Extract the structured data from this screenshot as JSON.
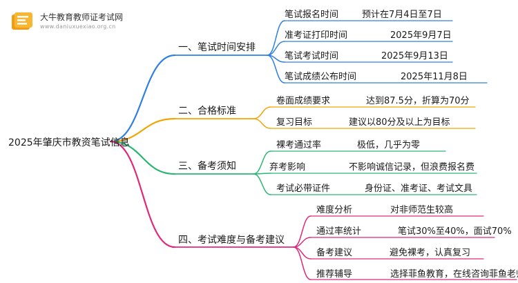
{
  "logo": {
    "name": "大牛教育教师证考试网",
    "url": "www.daniuxuexiao.org.cn"
  },
  "root": "2025年肇庆市教资笔试信息",
  "branches": [
    {
      "title": "一、笔试时间安排",
      "color": "#2f7fe0",
      "items": [
        {
          "label": "笔试报名时间",
          "value": "预计在7月4日至7日"
        },
        {
          "label": "准考证打印时间",
          "value": "2025年9月7日"
        },
        {
          "label": "笔试考试时间",
          "value": "2025年9月13日"
        },
        {
          "label": "笔试成绩公布时间",
          "value": "2025年11月8日"
        }
      ]
    },
    {
      "title": "二、合格标准",
      "color": "#f0a500",
      "items": [
        {
          "label": "卷面成绩要求",
          "value": "达到87.5分，折算为70分"
        },
        {
          "label": "复习目标",
          "value": "建议以80分及以上为目标"
        }
      ]
    },
    {
      "title": "三、备考须知",
      "color": "#2bb673",
      "items": [
        {
          "label": "裸考通过率",
          "value": "极低，几乎为零"
        },
        {
          "label": "弃考影响",
          "value": "不影响诚信记录，但浪费报名费"
        },
        {
          "label": "考试必带证件",
          "value": "身份证、准考证、考试文具"
        }
      ]
    },
    {
      "title": "四、考试难度与备考建议",
      "color": "#e0297a",
      "items": [
        {
          "label": "难度分析",
          "value": "对非师范生较高"
        },
        {
          "label": "通过率统计",
          "value": "笔试30%至40%，面试70%"
        },
        {
          "label": "备考建议",
          "value": "避免裸考，认真复习"
        },
        {
          "label": "推荐辅导",
          "value": "选择菲鱼教育，在线咨询菲鱼老师"
        }
      ]
    }
  ]
}
